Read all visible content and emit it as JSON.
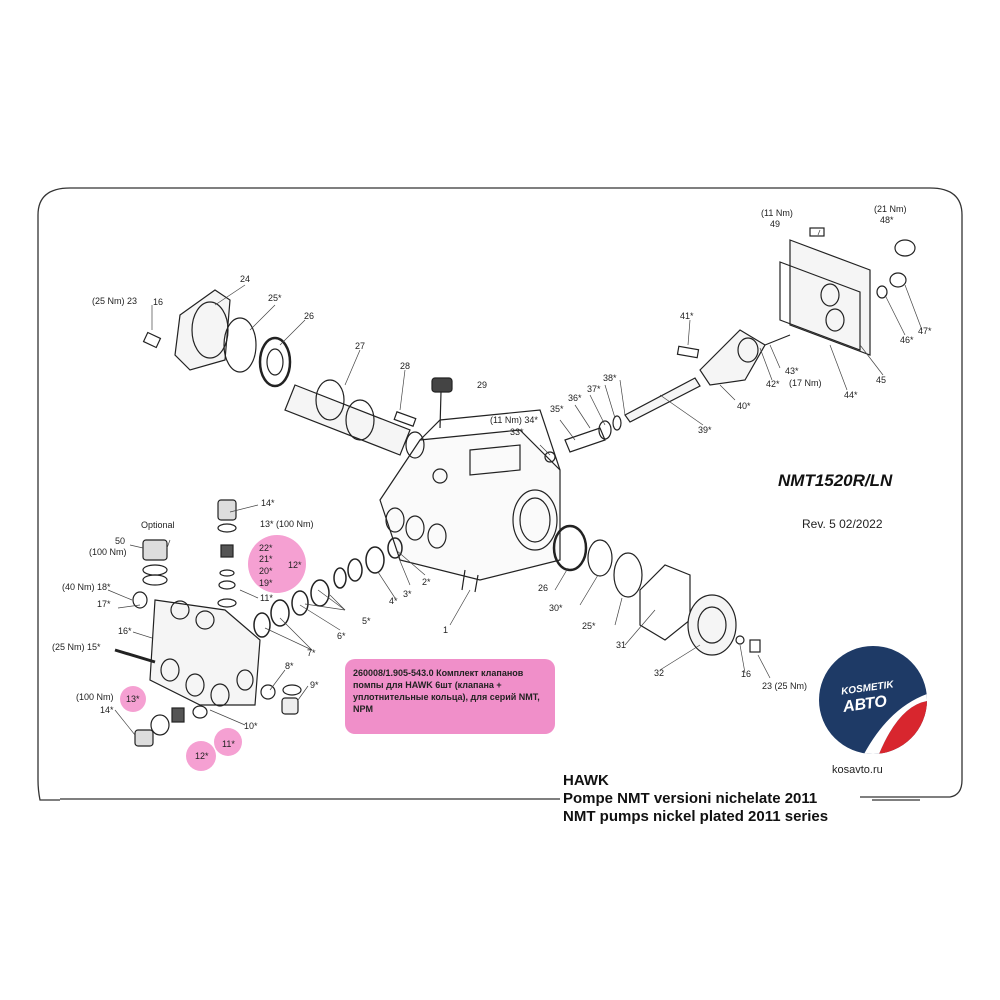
{
  "model": "NMT1520R/LN",
  "revision": "Rev. 5 02/2022",
  "note": "260008/1.905-543.0 Комплект клапанов помпы для HAWK 6шт (клапана + уплотнительные кольца), для серий NMT, NPM",
  "optional_label": "Optional",
  "titles": {
    "line1": "HAWK",
    "line2": "Pompe NMT versioni nichelate 2011",
    "line3": "NMT pumps nickel plated 2011 series"
  },
  "site": "kosavto.ru",
  "logo": {
    "line1": "KOSMETIK",
    "line2": "АВТО"
  },
  "colors": {
    "highlight": "#f08fc9",
    "logo_bg": "#1e3a66",
    "logo_accent": "#d8262e"
  },
  "callouts": [
    {
      "id": "c-25nm-23",
      "text": "(25 Nm)  23"
    },
    {
      "id": "c-16a",
      "text": "16"
    },
    {
      "id": "c-24",
      "text": "24"
    },
    {
      "id": "c-25a",
      "text": "25*"
    },
    {
      "id": "c-26a",
      "text": "26"
    },
    {
      "id": "c-27",
      "text": "27"
    },
    {
      "id": "c-28",
      "text": "28"
    },
    {
      "id": "c-29",
      "text": "29"
    },
    {
      "id": "c-11nm",
      "text": "(11 Nm)  34*"
    },
    {
      "id": "c-33",
      "text": "33*"
    },
    {
      "id": "c-35",
      "text": "35*"
    },
    {
      "id": "c-36",
      "text": "36*"
    },
    {
      "id": "c-37",
      "text": "37*"
    },
    {
      "id": "c-38",
      "text": "38*"
    },
    {
      "id": "c-39",
      "text": "39*"
    },
    {
      "id": "c-41",
      "text": "41*"
    },
    {
      "id": "c-40",
      "text": "40*"
    },
    {
      "id": "c-42",
      "text": "42*"
    },
    {
      "id": "c-43",
      "text": "43*"
    },
    {
      "id": "c-43nm",
      "text": "(17 Nm)"
    },
    {
      "id": "c-49nm",
      "text": "(11 Nm)"
    },
    {
      "id": "c-49",
      "text": "49"
    },
    {
      "id": "c-48nm",
      "text": "(21 Nm)"
    },
    {
      "id": "c-48",
      "text": "48*"
    },
    {
      "id": "c-47",
      "text": "47*"
    },
    {
      "id": "c-46",
      "text": "46*"
    },
    {
      "id": "c-45",
      "text": "45"
    },
    {
      "id": "c-44",
      "text": "44*"
    },
    {
      "id": "c-14a",
      "text": "14*"
    },
    {
      "id": "c-13a",
      "text": "13*  (100 Nm)"
    },
    {
      "id": "c-22",
      "text": "22*"
    },
    {
      "id": "c-21",
      "text": "21*"
    },
    {
      "id": "c-20",
      "text": "20*"
    },
    {
      "id": "c-19",
      "text": "19*"
    },
    {
      "id": "c-12a",
      "text": "12*"
    },
    {
      "id": "c-11a",
      "text": "11*"
    },
    {
      "id": "c-50",
      "text": "50"
    },
    {
      "id": "c-50nm",
      "text": "(100 Nm)"
    },
    {
      "id": "c-18",
      "text": "(40 Nm) 18*"
    },
    {
      "id": "c-17",
      "text": "17*"
    },
    {
      "id": "c-16b",
      "text": "16*"
    },
    {
      "id": "c-15",
      "text": "(25 Nm) 15*"
    },
    {
      "id": "c-14nm",
      "text": "(100 Nm)"
    },
    {
      "id": "c-14b",
      "text": "14*"
    },
    {
      "id": "c-13b",
      "text": "13*"
    },
    {
      "id": "c-12b",
      "text": "12*"
    },
    {
      "id": "c-11b",
      "text": "11*"
    },
    {
      "id": "c-10",
      "text": "10*"
    },
    {
      "id": "c-8",
      "text": "8*"
    },
    {
      "id": "c-9",
      "text": "9*"
    },
    {
      "id": "c-7",
      "text": "7*"
    },
    {
      "id": "c-6",
      "text": "6*"
    },
    {
      "id": "c-5",
      "text": "5*"
    },
    {
      "id": "c-4",
      "text": "4*"
    },
    {
      "id": "c-3",
      "text": "3*"
    },
    {
      "id": "c-2",
      "text": "2*"
    },
    {
      "id": "c-1",
      "text": "1"
    },
    {
      "id": "c-26b",
      "text": "26"
    },
    {
      "id": "c-30",
      "text": "30*"
    },
    {
      "id": "c-25b",
      "text": "25*"
    },
    {
      "id": "c-31",
      "text": "31"
    },
    {
      "id": "c-32",
      "text": "32"
    },
    {
      "id": "c-16c",
      "text": "16"
    },
    {
      "id": "c-23b",
      "text": "23  (25 Nm)"
    }
  ]
}
